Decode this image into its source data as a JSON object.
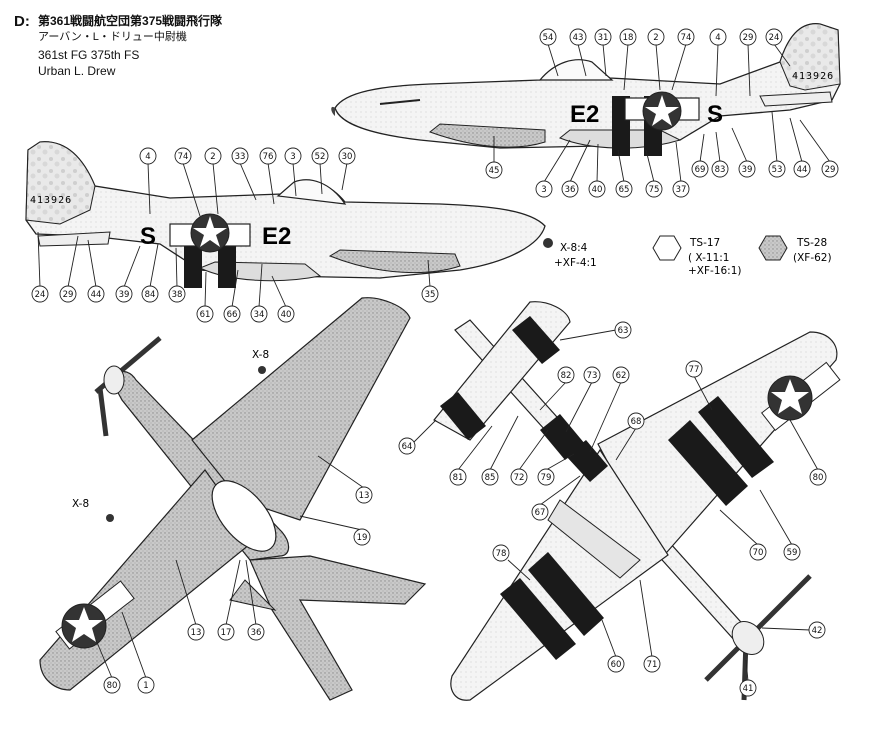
{
  "header": {
    "code": "D:",
    "title_jp": "第361戦闘航空団第375戦闘飛行隊",
    "pilot_jp": "アーバン・L・ドリュー中尉機",
    "unit_en": "361st FG 375th FS",
    "pilot_en": "Urban L. Drew"
  },
  "aircraft_markings": {
    "serial": "413926",
    "code_letters": "E2",
    "letter_s": "S"
  },
  "paint_notes": {
    "mix_main": "X-8:4",
    "mix_main_2": "+XF-4:1",
    "x8_label_1": "X-8",
    "x8_label_2": "X-8"
  },
  "legend": {
    "ts17": {
      "code": "TS-17",
      "mix_1": "( X-11:1",
      "mix_2": "+XF-16:1)"
    },
    "ts28": {
      "code": "TS-28",
      "mix_1": "(XF-62)"
    }
  },
  "callouts": {
    "top_right": [
      "54",
      "43",
      "31",
      "18",
      "2",
      "74",
      "4",
      "29",
      "24",
      "45",
      "3",
      "36",
      "40",
      "65",
      "75",
      "37",
      "69",
      "83",
      "39",
      "53",
      "44",
      "29"
    ],
    "left_side": [
      "4",
      "74",
      "2",
      "33",
      "76",
      "3",
      "52",
      "30",
      "24",
      "29",
      "44",
      "39",
      "84",
      "38",
      "61",
      "66",
      "34",
      "40",
      "35"
    ],
    "under_left": [
      "13",
      "19",
      "13",
      "17",
      "36",
      "80",
      "1"
    ],
    "under_right": [
      "63",
      "82",
      "73",
      "62",
      "68",
      "64",
      "81",
      "85",
      "72",
      "79",
      "67",
      "77",
      "80",
      "70",
      "59",
      "78",
      "60",
      "71",
      "42",
      "41"
    ]
  }
}
